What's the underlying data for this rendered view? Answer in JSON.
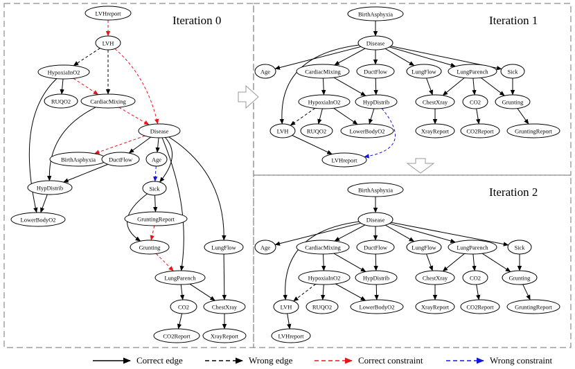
{
  "colors": {
    "correct_edge": "#000000",
    "wrong_edge": "#000000",
    "correct_constraint": "#e8141c",
    "wrong_constraint": "#1414e0",
    "frame": "#8a8a8a"
  },
  "panels": [
    {
      "title": "Iteration 0",
      "nodes": [
        {
          "id": "LVHreport",
          "label": "LVHreport"
        },
        {
          "id": "LVH",
          "label": "LVH"
        },
        {
          "id": "HypoxiaInO2",
          "label": "HypoxiaInO2"
        },
        {
          "id": "RUQO2",
          "label": "RUQO2"
        },
        {
          "id": "CardiacMixing",
          "label": "CardiacMixing"
        },
        {
          "id": "Disease",
          "label": "Disease"
        },
        {
          "id": "BirthAsphyxia",
          "label": "BirthAsphyxia"
        },
        {
          "id": "DuctFlow",
          "label": "DuctFlow"
        },
        {
          "id": "Age",
          "label": "Age"
        },
        {
          "id": "HypDistrib",
          "label": "HypDistrib"
        },
        {
          "id": "Sick",
          "label": "Sick"
        },
        {
          "id": "LowerBodyO2",
          "label": "LowerBodyO2"
        },
        {
          "id": "GruntingReport",
          "label": "GruntingReport"
        },
        {
          "id": "Grunting",
          "label": "Grunting"
        },
        {
          "id": "LungFlow",
          "label": "LungFlow"
        },
        {
          "id": "LungParench",
          "label": "LungParench"
        },
        {
          "id": "CO2",
          "label": "CO2"
        },
        {
          "id": "ChestXray",
          "label": "ChestXray"
        },
        {
          "id": "CO2Report",
          "label": "CO2Report"
        },
        {
          "id": "XrayReport",
          "label": "XrayReport"
        }
      ],
      "edges": [
        {
          "from": "LVHreport",
          "to": "LVH",
          "type": "correct_constraint"
        },
        {
          "from": "LVH",
          "to": "HypoxiaInO2",
          "type": "wrong_edge"
        },
        {
          "from": "LVH",
          "to": "CardiacMixing",
          "type": "wrong_edge"
        },
        {
          "from": "LVH",
          "to": "Disease",
          "type": "correct_constraint"
        },
        {
          "from": "HypoxiaInO2",
          "to": "RUQO2",
          "type": "correct_edge"
        },
        {
          "from": "HypoxiaInO2",
          "to": "CardiacMixing",
          "type": "correct_constraint"
        },
        {
          "from": "HypoxiaInO2",
          "to": "LowerBodyO2",
          "type": "correct_edge"
        },
        {
          "from": "CardiacMixing",
          "to": "Disease",
          "type": "correct_constraint"
        },
        {
          "from": "CardiacMixing",
          "to": "HypDistrib",
          "type": "correct_edge"
        },
        {
          "from": "Disease",
          "to": "BirthAsphyxia",
          "type": "correct_constraint"
        },
        {
          "from": "Disease",
          "to": "DuctFlow",
          "type": "correct_edge"
        },
        {
          "from": "Disease",
          "to": "Age",
          "type": "correct_edge"
        },
        {
          "from": "Disease",
          "to": "Sick",
          "type": "correct_edge"
        },
        {
          "from": "Disease",
          "to": "LungParench",
          "type": "correct_edge"
        },
        {
          "from": "Disease",
          "to": "LungFlow",
          "type": "correct_edge"
        },
        {
          "from": "DuctFlow",
          "to": "HypDistrib",
          "type": "correct_edge"
        },
        {
          "from": "Age",
          "to": "Sick",
          "type": "wrong_constraint"
        },
        {
          "from": "HypDistrib",
          "to": "LowerBodyO2",
          "type": "correct_edge"
        },
        {
          "from": "Sick",
          "to": "GruntingReport",
          "type": "correct_edge"
        },
        {
          "from": "Sick",
          "to": "Grunting",
          "type": "correct_edge"
        },
        {
          "from": "GruntingReport",
          "to": "Grunting",
          "type": "correct_constraint"
        },
        {
          "from": "Grunting",
          "to": "LungParench",
          "type": "correct_constraint"
        },
        {
          "from": "LungFlow",
          "to": "ChestXray",
          "type": "correct_edge"
        },
        {
          "from": "LungParench",
          "to": "CO2",
          "type": "correct_edge"
        },
        {
          "from": "LungParench",
          "to": "ChestXray",
          "type": "correct_edge"
        },
        {
          "from": "CO2",
          "to": "CO2Report",
          "type": "correct_edge"
        },
        {
          "from": "ChestXray",
          "to": "XrayReport",
          "type": "correct_edge"
        }
      ]
    },
    {
      "title": "Iteration 1",
      "nodes": [
        {
          "id": "BirthAsphyxia",
          "label": "BirthAsphyxia"
        },
        {
          "id": "Disease",
          "label": "Disease"
        },
        {
          "id": "Age",
          "label": "Age"
        },
        {
          "id": "CardiacMixing",
          "label": "CardiacMixing"
        },
        {
          "id": "DuctFlow",
          "label": "DuctFlow"
        },
        {
          "id": "LungFlow",
          "label": "LungFlow"
        },
        {
          "id": "LungParench",
          "label": "LungParench"
        },
        {
          "id": "Sick",
          "label": "Sick"
        },
        {
          "id": "HypoxiaInO2",
          "label": "HypoxiaInO2"
        },
        {
          "id": "HypDistrib",
          "label": "HypDistrib"
        },
        {
          "id": "ChestXray",
          "label": "ChestXray"
        },
        {
          "id": "CO2",
          "label": "CO2"
        },
        {
          "id": "Grunting",
          "label": "Grunting"
        },
        {
          "id": "LVH",
          "label": "LVH"
        },
        {
          "id": "RUQO2",
          "label": "RUQO2"
        },
        {
          "id": "LowerBodyO2",
          "label": "LowerBodyO2"
        },
        {
          "id": "XrayReport",
          "label": "XrayReport"
        },
        {
          "id": "CO2Report",
          "label": "CO2Report"
        },
        {
          "id": "GruntingReport",
          "label": "GruntingReport"
        },
        {
          "id": "LVHreport",
          "label": "LVHreport"
        }
      ],
      "edges": [
        {
          "from": "BirthAsphyxia",
          "to": "Disease",
          "type": "correct_edge"
        },
        {
          "from": "Disease",
          "to": "Age",
          "type": "correct_edge"
        },
        {
          "from": "Disease",
          "to": "CardiacMixing",
          "type": "correct_edge"
        },
        {
          "from": "Disease",
          "to": "DuctFlow",
          "type": "correct_edge"
        },
        {
          "from": "Disease",
          "to": "LungFlow",
          "type": "correct_edge"
        },
        {
          "from": "Disease",
          "to": "LungParench",
          "type": "correct_edge"
        },
        {
          "from": "Disease",
          "to": "Sick",
          "type": "correct_edge"
        },
        {
          "from": "Disease",
          "to": "LVH",
          "type": "correct_edge"
        },
        {
          "from": "CardiacMixing",
          "to": "HypoxiaInO2",
          "type": "correct_edge"
        },
        {
          "from": "CardiacMixing",
          "to": "HypDistrib",
          "type": "correct_edge"
        },
        {
          "from": "DuctFlow",
          "to": "HypDistrib",
          "type": "correct_edge"
        },
        {
          "from": "LungFlow",
          "to": "ChestXray",
          "type": "correct_edge"
        },
        {
          "from": "LungParench",
          "to": "ChestXray",
          "type": "correct_edge"
        },
        {
          "from": "LungParench",
          "to": "CO2",
          "type": "correct_edge"
        },
        {
          "from": "LungParench",
          "to": "Grunting",
          "type": "correct_edge"
        },
        {
          "from": "Sick",
          "to": "Grunting",
          "type": "correct_edge"
        },
        {
          "from": "HypoxiaInO2",
          "to": "LVH",
          "type": "wrong_edge"
        },
        {
          "from": "HypoxiaInO2",
          "to": "RUQO2",
          "type": "correct_edge"
        },
        {
          "from": "HypoxiaInO2",
          "to": "LowerBodyO2",
          "type": "correct_edge"
        },
        {
          "from": "HypDistrib",
          "to": "LowerBodyO2",
          "type": "correct_edge"
        },
        {
          "from": "HypDistrib",
          "to": "LVHreport",
          "type": "wrong_constraint"
        },
        {
          "from": "ChestXray",
          "to": "XrayReport",
          "type": "correct_edge"
        },
        {
          "from": "CO2",
          "to": "CO2Report",
          "type": "correct_edge"
        },
        {
          "from": "Grunting",
          "to": "GruntingReport",
          "type": "correct_edge"
        },
        {
          "from": "LVH",
          "to": "LVHreport",
          "type": "correct_edge"
        }
      ]
    },
    {
      "title": "Iteration 2",
      "nodes": [
        {
          "id": "BirthAsphyxia",
          "label": "BirthAsphyxia"
        },
        {
          "id": "Disease",
          "label": "Disease"
        },
        {
          "id": "Age",
          "label": "Age"
        },
        {
          "id": "CardiacMixing",
          "label": "CardiacMixing"
        },
        {
          "id": "DuctFlow",
          "label": "DuctFlow"
        },
        {
          "id": "LungFlow",
          "label": "LungFlow"
        },
        {
          "id": "LungParench",
          "label": "LungParench"
        },
        {
          "id": "Sick",
          "label": "Sick"
        },
        {
          "id": "HypoxiaInO2",
          "label": "HypoxiaInO2"
        },
        {
          "id": "HypDistrib",
          "label": "HypDistrib"
        },
        {
          "id": "ChestXray",
          "label": "ChestXray"
        },
        {
          "id": "CO2",
          "label": "CO2"
        },
        {
          "id": "Grunting",
          "label": "Grunting"
        },
        {
          "id": "LVH",
          "label": "LVH"
        },
        {
          "id": "RUQO2",
          "label": "RUQO2"
        },
        {
          "id": "LowerBodyO2",
          "label": "LowerBodyO2"
        },
        {
          "id": "XrayReport",
          "label": "XrayReport"
        },
        {
          "id": "CO2Report",
          "label": "CO2Report"
        },
        {
          "id": "GruntingReport",
          "label": "GruntingReport"
        },
        {
          "id": "LVHreport",
          "label": "LVHreport"
        }
      ],
      "edges": [
        {
          "from": "BirthAsphyxia",
          "to": "Disease",
          "type": "correct_edge"
        },
        {
          "from": "Disease",
          "to": "Age",
          "type": "correct_edge"
        },
        {
          "from": "Disease",
          "to": "CardiacMixing",
          "type": "correct_edge"
        },
        {
          "from": "Disease",
          "to": "DuctFlow",
          "type": "correct_edge"
        },
        {
          "from": "Disease",
          "to": "LungFlow",
          "type": "correct_edge"
        },
        {
          "from": "Disease",
          "to": "LungParench",
          "type": "correct_edge"
        },
        {
          "from": "Disease",
          "to": "Sick",
          "type": "correct_edge"
        },
        {
          "from": "Disease",
          "to": "LVH",
          "type": "correct_edge"
        },
        {
          "from": "CardiacMixing",
          "to": "HypoxiaInO2",
          "type": "correct_edge"
        },
        {
          "from": "CardiacMixing",
          "to": "HypDistrib",
          "type": "correct_edge"
        },
        {
          "from": "DuctFlow",
          "to": "HypDistrib",
          "type": "correct_edge"
        },
        {
          "from": "LungFlow",
          "to": "ChestXray",
          "type": "correct_edge"
        },
        {
          "from": "LungParench",
          "to": "ChestXray",
          "type": "correct_edge"
        },
        {
          "from": "LungParench",
          "to": "CO2",
          "type": "correct_edge"
        },
        {
          "from": "LungParench",
          "to": "Grunting",
          "type": "correct_edge"
        },
        {
          "from": "Sick",
          "to": "Grunting",
          "type": "correct_edge"
        },
        {
          "from": "HypoxiaInO2",
          "to": "LVH",
          "type": "wrong_edge"
        },
        {
          "from": "HypoxiaInO2",
          "to": "RUQO2",
          "type": "correct_edge"
        },
        {
          "from": "HypoxiaInO2",
          "to": "LowerBodyO2",
          "type": "correct_edge"
        },
        {
          "from": "HypDistrib",
          "to": "LowerBodyO2",
          "type": "correct_edge"
        },
        {
          "from": "ChestXray",
          "to": "XrayReport",
          "type": "correct_edge"
        },
        {
          "from": "CO2",
          "to": "CO2Report",
          "type": "correct_edge"
        },
        {
          "from": "Grunting",
          "to": "GruntingReport",
          "type": "correct_edge"
        },
        {
          "from": "LVH",
          "to": "LVHreport",
          "type": "correct_edge"
        }
      ]
    }
  ],
  "legend": [
    {
      "label": "Correct edge",
      "type": "correct_edge"
    },
    {
      "label": "Wrong edge",
      "type": "wrong_edge"
    },
    {
      "label": "Correct constraint",
      "type": "correct_constraint"
    },
    {
      "label": "Wrong constraint",
      "type": "wrong_constraint"
    }
  ]
}
